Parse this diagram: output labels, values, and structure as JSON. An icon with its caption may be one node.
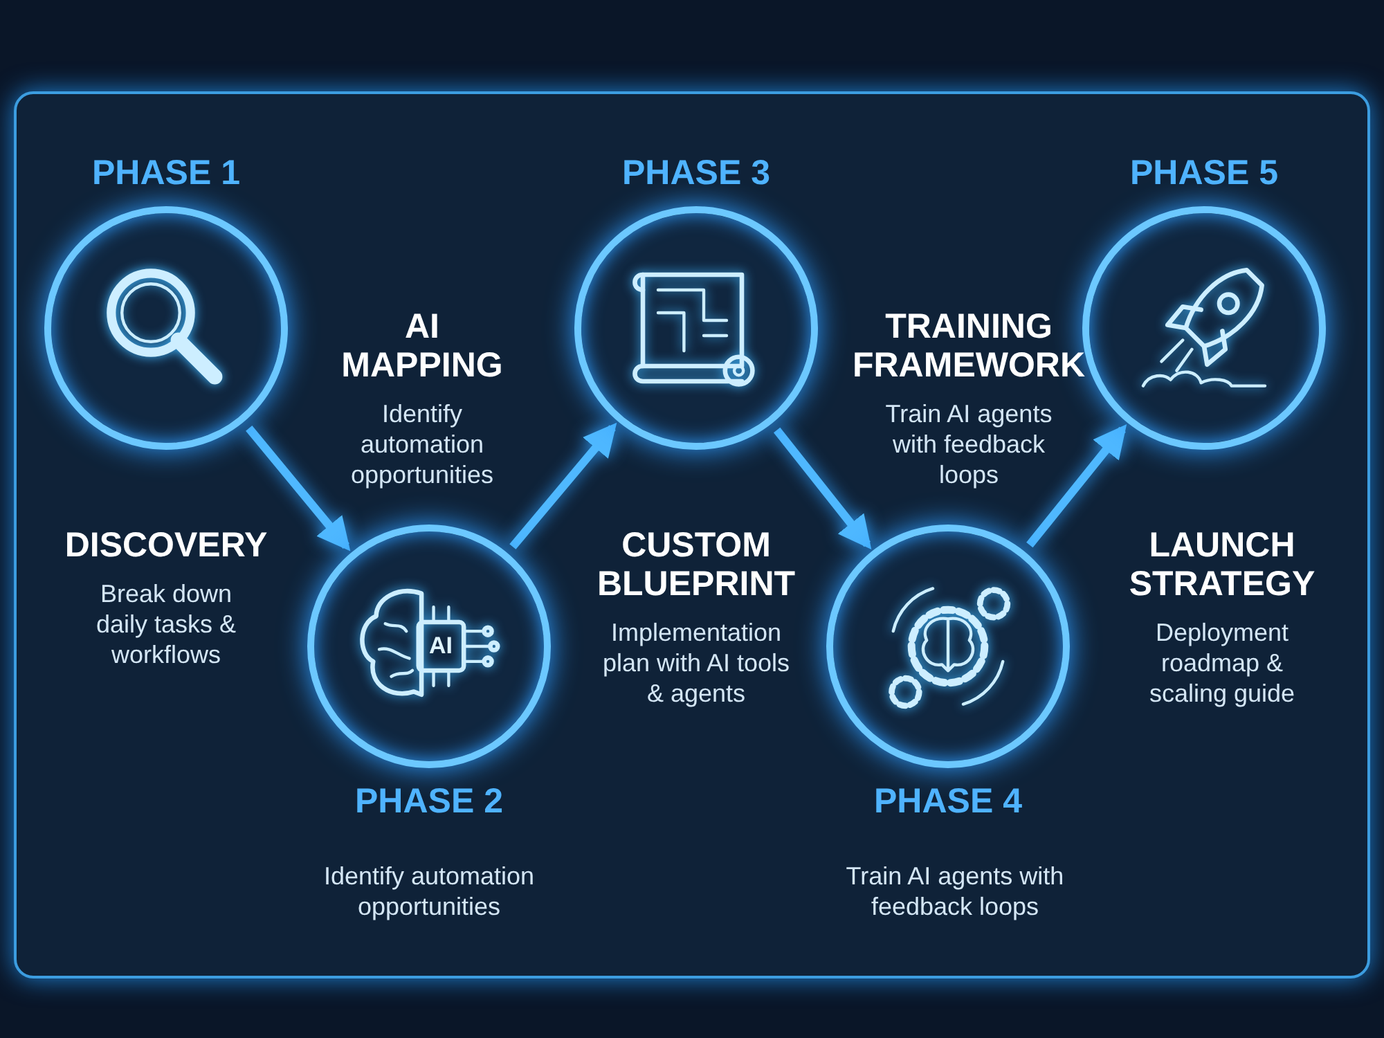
{
  "diagram": {
    "nodes": [
      {
        "text": [
          "PHASE 1"
        ],
        "beside": [
          "DISCOVERY",
          "Break down daily tasks & workflows"
        ]
      },
      {
        "text": [
          "PHASE 2"
        ],
        "beside": [
          "Identify automation opportunities"
        ]
      },
      {
        "text": [
          "PHASE 3"
        ],
        "beside": [
          "CUSTOM BLUEPRINT",
          "Implementation plan with AI tools & agents"
        ]
      },
      {
        "text": [
          "PHASE 4"
        ],
        "beside": [
          "Train AI agents with feedback loops"
        ]
      },
      {
        "text": [
          "PHASE 5"
        ],
        "beside": [
          "LAUNCH STRATEGY",
          "Deployment roadmap & scaling guide"
        ]
      }
    ],
    "edges": [
      {
        "from": 0,
        "to": 1,
        "arrow": "to"
      },
      {
        "from": 1,
        "to": 2,
        "arrow": "to"
      },
      {
        "from": 2,
        "to": 3,
        "arrow": "to"
      },
      {
        "from": 3,
        "to": 4,
        "arrow": "to"
      }
    ],
    "labels": [
      "AI",
      "AI MAPPING",
      "Identify automation opportunities",
      "TRAINING FRAMEWORK",
      "Train AI agents with feedback loops"
    ]
  }
}
